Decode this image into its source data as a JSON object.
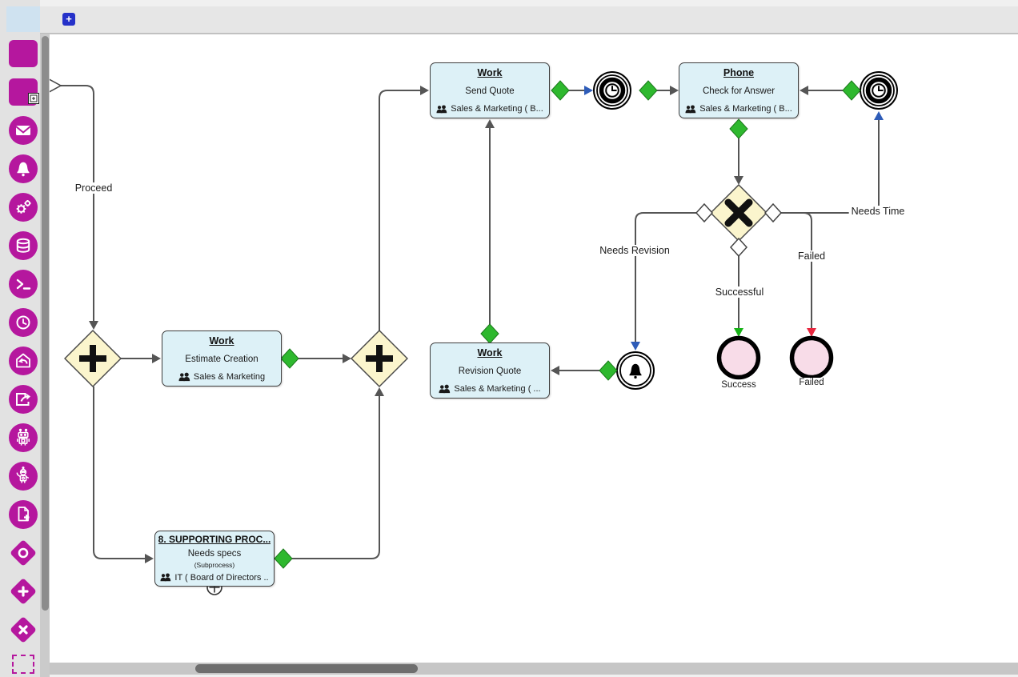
{
  "tab_bar": {
    "new_tab_label": "+"
  },
  "toolbar": {
    "tools": [
      "lane-tool",
      "lane-add-tool",
      "message-event-tool",
      "alert-event-tool",
      "service-gears-tool",
      "data-store-tool",
      "script-terminal-tool",
      "timer-event-tool",
      "return-home-tool",
      "share-export-tool",
      "robot-task-tool",
      "bot-assistant-tool",
      "new-file-tool",
      "inclusive-gateway-tool",
      "parallel-gateway-tool",
      "exclusive-gateway-tool",
      "marquee-select-tool"
    ]
  },
  "diagram": {
    "tasks": {
      "send_quote": {
        "title": "Work",
        "name": "Send Quote",
        "assignee": "Sales & Marketing ( B..."
      },
      "check_for_answer": {
        "title": "Phone",
        "name": "Check for Answer",
        "assignee": "Sales & Marketing ( B..."
      },
      "estimate_creation": {
        "title": "Work",
        "name": "Estimate Creation",
        "assignee": "Sales & Marketing"
      },
      "revision_quote": {
        "title": "Work",
        "name": "Revision Quote",
        "assignee": "Sales & Marketing ( ..."
      },
      "supporting_process": {
        "title": "8. SUPPORTING PROC...",
        "name": "Needs specs",
        "subtype": "(Subprocess)",
        "assignee": "IT ( Board of Directors .."
      }
    },
    "edge_labels": {
      "proceed": "Proceed",
      "needs_revision": "Needs Revision",
      "successful": "Successful",
      "failed": "Failed",
      "needs_time": "Needs Time"
    },
    "end_events": {
      "success": "Success",
      "failed": "Failed"
    }
  },
  "colors": {
    "accent_magenta": "#b5179e",
    "task_fill": "#ddf1f7",
    "gateway_fill": "#fbf5cd",
    "connector_green": "#2eb82e",
    "flow_gray": "#555555",
    "arrow_blue": "#2e5cb8",
    "arrow_green": "#17b317",
    "arrow_red": "#e8273f",
    "end_event_fill": "#f8dce8"
  }
}
